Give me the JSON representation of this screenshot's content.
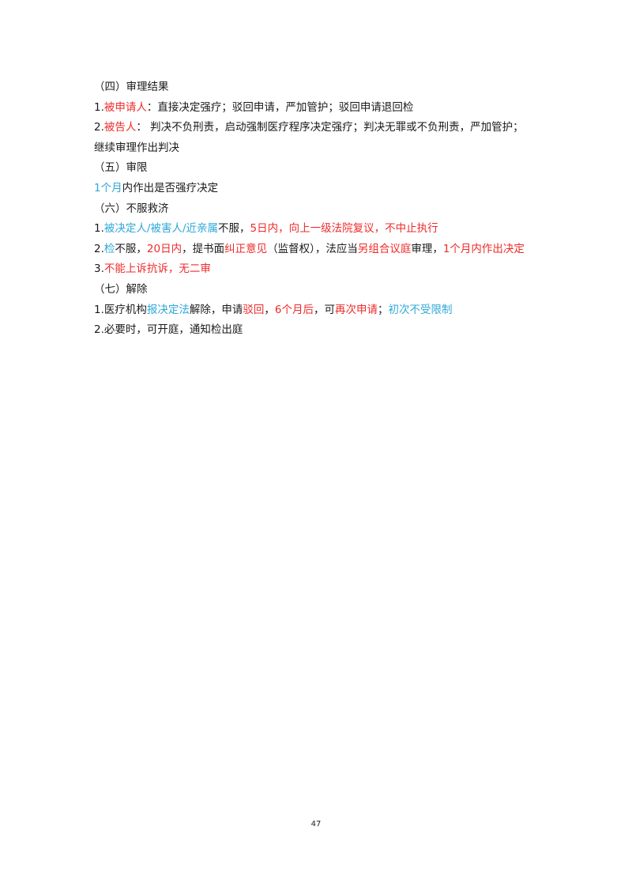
{
  "lines": [
    {
      "name": "section-heading-4",
      "segments": [
        {
          "text": "（四）审理结果",
          "color": ""
        }
      ]
    },
    {
      "name": "item-4-1",
      "segments": [
        {
          "text": "1.",
          "color": ""
        },
        {
          "text": "被申请人",
          "color": "red"
        },
        {
          "text": "：直接决定强疗；驳回申请，严加管护；驳回申请退回检",
          "color": ""
        }
      ]
    },
    {
      "name": "item-4-2",
      "segments": [
        {
          "text": "2.",
          "color": ""
        },
        {
          "text": "被告人",
          "color": "red"
        },
        {
          "text": "： 判决不负刑责，启动强制医疗程序决定强疗；判决无罪或不负刑责，严加管护；",
          "color": ""
        }
      ]
    },
    {
      "name": "item-4-2-cont",
      "segments": [
        {
          "text": "继续审理作出判决",
          "color": ""
        }
      ]
    },
    {
      "name": "section-heading-5",
      "segments": [
        {
          "text": "（五）审限",
          "color": ""
        }
      ]
    },
    {
      "name": "item-5-1",
      "segments": [
        {
          "text": "1个月",
          "color": "blue"
        },
        {
          "text": "内作出是否强疗决定",
          "color": ""
        }
      ]
    },
    {
      "name": "section-heading-6",
      "segments": [
        {
          "text": "（六）不服救济",
          "color": ""
        }
      ]
    },
    {
      "name": "item-6-1",
      "segments": [
        {
          "text": "1.",
          "color": ""
        },
        {
          "text": "被决定人/被害人/近亲属",
          "color": "blue"
        },
        {
          "text": "不服，",
          "color": ""
        },
        {
          "text": "5日内，向上一级法院复议，不中止执行",
          "color": "red"
        }
      ]
    },
    {
      "name": "item-6-2",
      "segments": [
        {
          "text": "2.",
          "color": ""
        },
        {
          "text": "检",
          "color": "blue"
        },
        {
          "text": "不服，",
          "color": ""
        },
        {
          "text": "20日内",
          "color": "red"
        },
        {
          "text": "，提书面",
          "color": ""
        },
        {
          "text": "纠正意见",
          "color": "red"
        },
        {
          "text": "（监督权），法应当",
          "color": ""
        },
        {
          "text": "另组合议庭",
          "color": "red"
        },
        {
          "text": "审理，",
          "color": ""
        },
        {
          "text": "1个月内作出决定",
          "color": "red"
        }
      ]
    },
    {
      "name": "item-6-3",
      "segments": [
        {
          "text": "3.",
          "color": ""
        },
        {
          "text": "不能上诉抗诉，无二审",
          "color": "red"
        }
      ]
    },
    {
      "name": "section-heading-7",
      "segments": [
        {
          "text": "（七）解除",
          "color": ""
        }
      ]
    },
    {
      "name": "item-7-1",
      "segments": [
        {
          "text": "1.医疗机构",
          "color": ""
        },
        {
          "text": "报决定法",
          "color": "blue"
        },
        {
          "text": "解除，申请",
          "color": ""
        },
        {
          "text": "驳回",
          "color": "red"
        },
        {
          "text": "，",
          "color": ""
        },
        {
          "text": "6个月后",
          "color": "red"
        },
        {
          "text": "，可",
          "color": ""
        },
        {
          "text": "再次申请",
          "color": "red"
        },
        {
          "text": "；",
          "color": ""
        },
        {
          "text": "初次不受限制",
          "color": "blue"
        }
      ]
    },
    {
      "name": "item-7-2",
      "segments": [
        {
          "text": "2.必要时，可开庭，通知检出庭",
          "color": ""
        }
      ]
    }
  ],
  "page_number": "47",
  "colors": {
    "text": "#1a1a1a",
    "red": "#ef2b2b",
    "blue": "#2fa8d8"
  }
}
